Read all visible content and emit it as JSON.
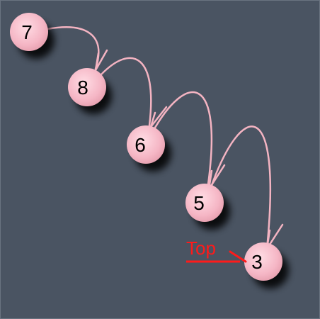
{
  "diagram": {
    "nodes": [
      {
        "value": "7"
      },
      {
        "value": "8"
      },
      {
        "value": "6"
      },
      {
        "value": "5"
      },
      {
        "value": "3"
      }
    ],
    "pointer_label": "Top",
    "colors": {
      "background": "#4a5462",
      "node_fill": "#f6b8c6",
      "link": "#f4b4c2",
      "pointer": "#ff1a1a",
      "shadow": "#000000"
    }
  }
}
